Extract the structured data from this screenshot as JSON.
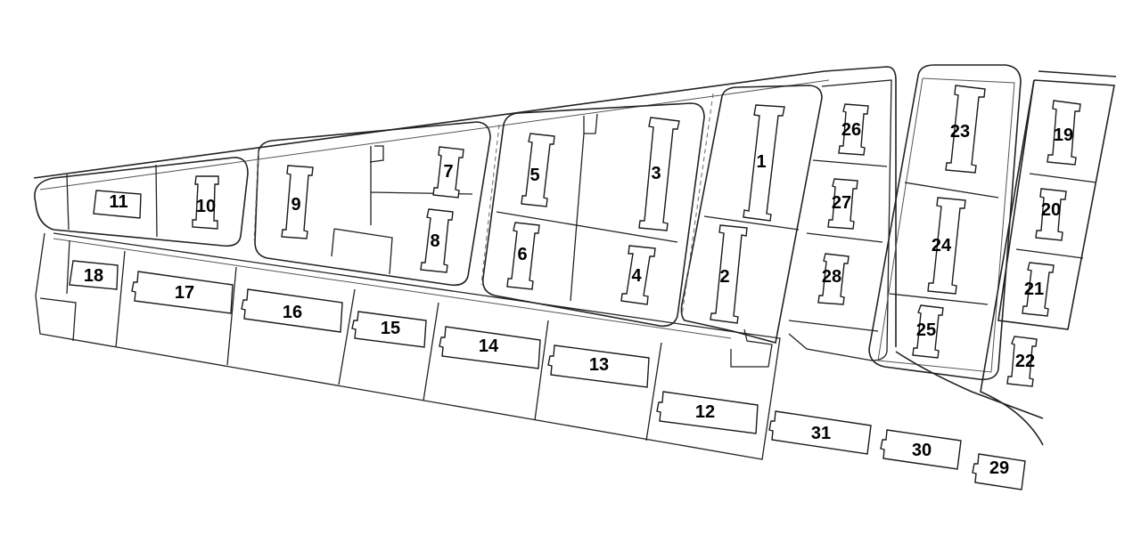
{
  "colors": {
    "line": "#222222",
    "background": "#ffffff",
    "text": "#000000"
  },
  "buildings": [
    {
      "label": "1"
    },
    {
      "label": "2"
    },
    {
      "label": "3"
    },
    {
      "label": "4"
    },
    {
      "label": "5"
    },
    {
      "label": "6"
    },
    {
      "label": "7"
    },
    {
      "label": "8"
    },
    {
      "label": "9"
    },
    {
      "label": "10"
    },
    {
      "label": "11"
    },
    {
      "label": "12"
    },
    {
      "label": "13"
    },
    {
      "label": "14"
    },
    {
      "label": "15"
    },
    {
      "label": "16"
    },
    {
      "label": "17"
    },
    {
      "label": "18"
    },
    {
      "label": "19"
    },
    {
      "label": "20"
    },
    {
      "label": "21"
    },
    {
      "label": "22"
    },
    {
      "label": "23"
    },
    {
      "label": "24"
    },
    {
      "label": "25"
    },
    {
      "label": "26"
    },
    {
      "label": "27"
    },
    {
      "label": "28"
    },
    {
      "label": "29"
    },
    {
      "label": "30"
    },
    {
      "label": "31"
    }
  ]
}
